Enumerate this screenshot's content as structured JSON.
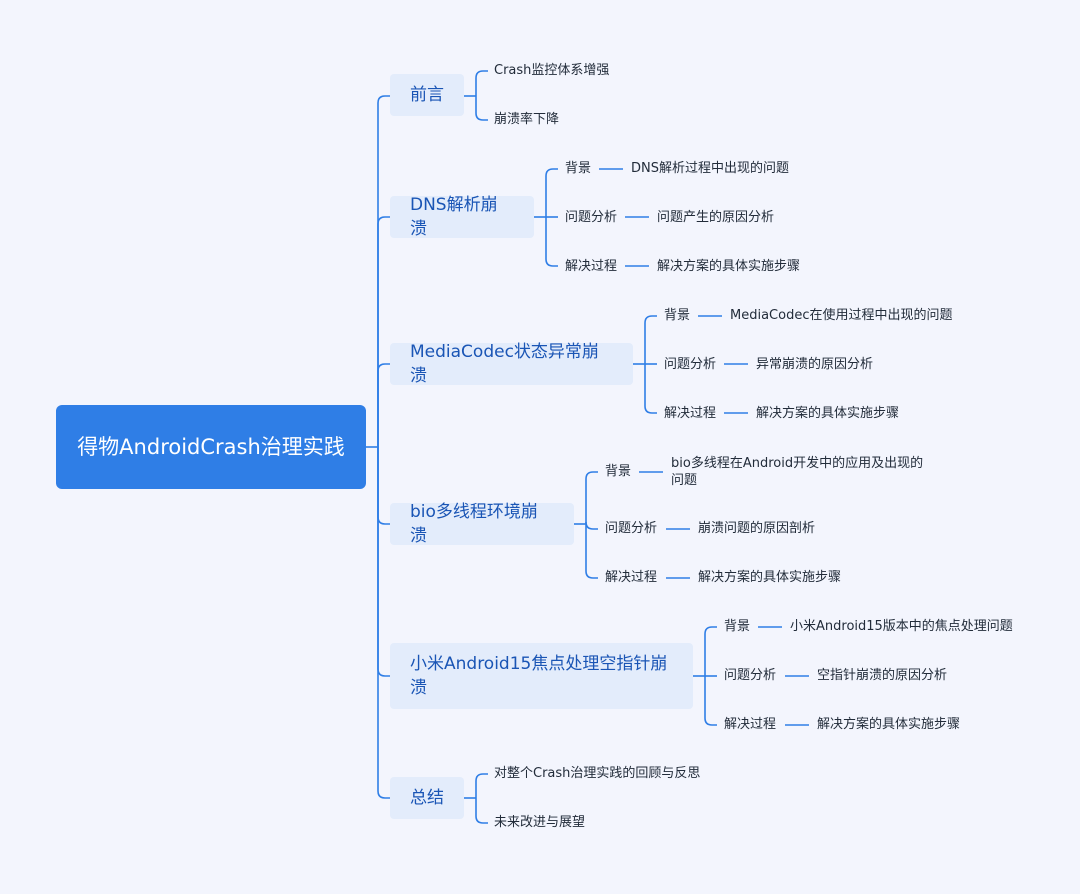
{
  "root": "得物AndroidCrash治理实践",
  "branches": [
    {
      "title": "前言",
      "children": [
        {
          "label": "Crash监控体系增强"
        },
        {
          "label": "崩溃率下降"
        }
      ]
    },
    {
      "title": "DNS解析崩溃",
      "children": [
        {
          "label": "背景",
          "detail": "DNS解析过程中出现的问题"
        },
        {
          "label": "问题分析",
          "detail": "问题产生的原因分析"
        },
        {
          "label": "解决过程",
          "detail": "解决方案的具体实施步骤"
        }
      ]
    },
    {
      "title": "MediaCodec状态异常崩溃",
      "children": [
        {
          "label": "背景",
          "detail": "MediaCodec在使用过程中出现的问题"
        },
        {
          "label": "问题分析",
          "detail": "异常崩溃的原因分析"
        },
        {
          "label": "解决过程",
          "detail": "解决方案的具体实施步骤"
        }
      ]
    },
    {
      "title": "bio多线程环境崩溃",
      "children": [
        {
          "label": "背景",
          "detail": "bio多线程在Android开发中的应用及出现的问题"
        },
        {
          "label": "问题分析",
          "detail": "崩溃问题的原因剖析"
        },
        {
          "label": "解决过程",
          "detail": "解决方案的具体实施步骤"
        }
      ]
    },
    {
      "title": "小米Android15焦点处理空指针崩溃",
      "children": [
        {
          "label": "背景",
          "detail": "小米Android15版本中的焦点处理问题"
        },
        {
          "label": "问题分析",
          "detail": "空指针崩溃的原因分析"
        },
        {
          "label": "解决过程",
          "detail": "解决方案的具体实施步骤"
        }
      ]
    },
    {
      "title": "总结",
      "children": [
        {
          "label": "对整个Crash治理实践的回顾与反思"
        },
        {
          "label": "未来改进与展望"
        }
      ]
    }
  ],
  "colors": {
    "line": "#2f7ee6",
    "root_fill": "#2f7ee6",
    "branch_fill": "#e3ecfb",
    "branch_text": "#1a55b5",
    "leaf_text": "#222c3a"
  }
}
